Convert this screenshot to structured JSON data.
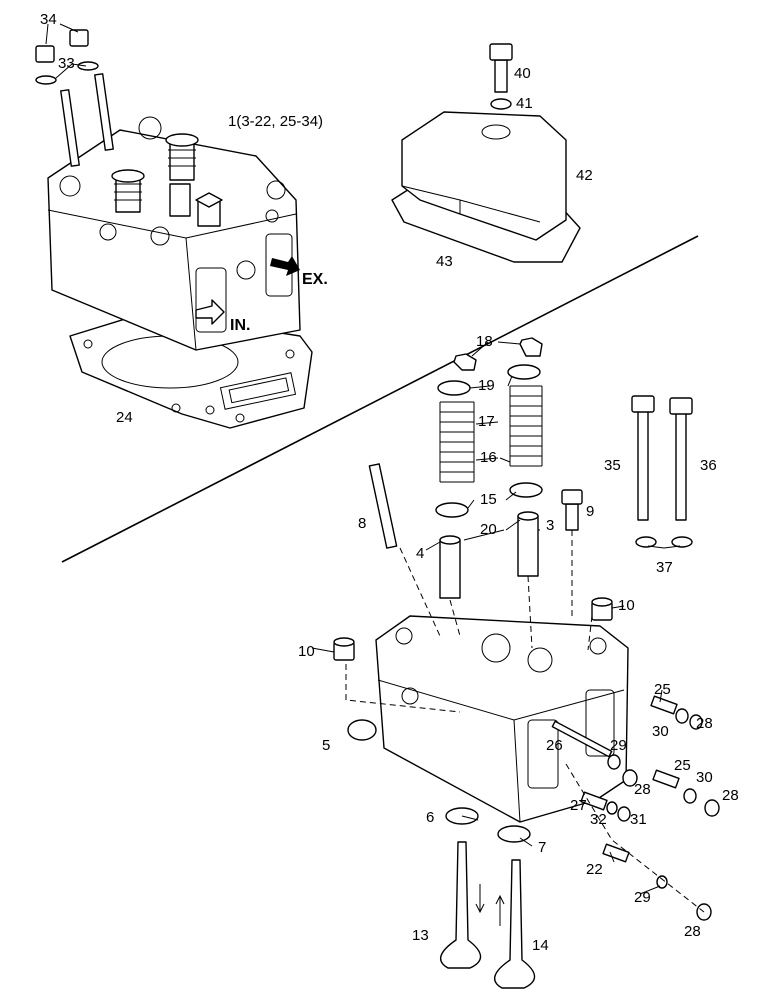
{
  "callouts": [
    {
      "id": "c34",
      "text": "34"
    },
    {
      "id": "c33",
      "text": "33"
    },
    {
      "id": "c1",
      "text": "1(3-22, 25-34)"
    },
    {
      "id": "c40",
      "text": "40"
    },
    {
      "id": "c41",
      "text": "41"
    },
    {
      "id": "c42",
      "text": "42"
    },
    {
      "id": "c43",
      "text": "43"
    },
    {
      "id": "c24",
      "text": "24"
    },
    {
      "id": "c18",
      "text": "18"
    },
    {
      "id": "c19",
      "text": "19"
    },
    {
      "id": "c17",
      "text": "17"
    },
    {
      "id": "c16",
      "text": "16"
    },
    {
      "id": "c15",
      "text": "15"
    },
    {
      "id": "c20",
      "text": "20"
    },
    {
      "id": "c3",
      "text": "3"
    },
    {
      "id": "c9",
      "text": "9"
    },
    {
      "id": "c8",
      "text": "8"
    },
    {
      "id": "c4",
      "text": "4"
    },
    {
      "id": "c35",
      "text": "35"
    },
    {
      "id": "c36",
      "text": "36"
    },
    {
      "id": "c37",
      "text": "37"
    },
    {
      "id": "c10a",
      "text": "10"
    },
    {
      "id": "c10b",
      "text": "10"
    },
    {
      "id": "c5",
      "text": "5"
    },
    {
      "id": "c25a",
      "text": "25"
    },
    {
      "id": "c30a",
      "text": "30"
    },
    {
      "id": "c28a",
      "text": "28"
    },
    {
      "id": "c26",
      "text": "26"
    },
    {
      "id": "c29a",
      "text": "29"
    },
    {
      "id": "c28b",
      "text": "28"
    },
    {
      "id": "c25b",
      "text": "25"
    },
    {
      "id": "c30b",
      "text": "30"
    },
    {
      "id": "c28c",
      "text": "28"
    },
    {
      "id": "c27",
      "text": "27"
    },
    {
      "id": "c32",
      "text": "32"
    },
    {
      "id": "c31",
      "text": "31"
    },
    {
      "id": "c6",
      "text": "6"
    },
    {
      "id": "c7",
      "text": "7"
    },
    {
      "id": "c22",
      "text": "22"
    },
    {
      "id": "c29b",
      "text": "29"
    },
    {
      "id": "c28d",
      "text": "28"
    },
    {
      "id": "c13",
      "text": "13"
    },
    {
      "id": "c14",
      "text": "14"
    }
  ],
  "flow_labels": {
    "exhaust": "EX.",
    "intake": "IN."
  }
}
